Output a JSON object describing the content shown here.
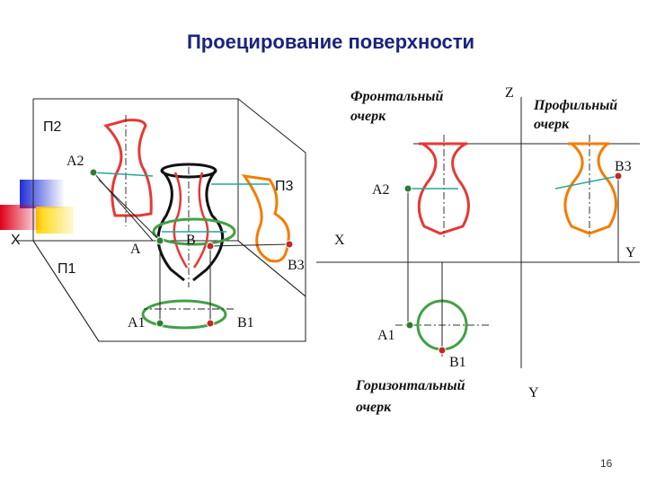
{
  "title": "Проецирование поверхности",
  "labels": {
    "p2": "П2",
    "p1": "П1",
    "p3": "П3",
    "x_left": "X",
    "a2_left": "A2",
    "a_left": "A",
    "b_left": "B",
    "b3_left": "B3",
    "a1_left": "A1",
    "b1_left": "B1",
    "z": "Z",
    "x_right": "X",
    "y_right": "Y",
    "y_bottom": "Y",
    "a2_right": "A2",
    "b3_right": "B3",
    "a1_right": "A1",
    "b1_right": "B1"
  },
  "captions": {
    "frontal_1": "Фронтальный",
    "frontal_2": "очерк",
    "profile_1": "Профильный",
    "profile_2": "очерк",
    "horizontal_1": "Горизонтальный",
    "horizontal_2": "очерк"
  },
  "page_number": "16",
  "colors": {
    "title": "#1a237e",
    "frontal_outline": "#e53935",
    "profile_outline": "#f57c00",
    "horizontal_outline": "#43a047",
    "projection_line": "#26a69a",
    "point_green": "#2e7d32",
    "point_red": "#c62828",
    "deco_blue": "#1e2fd6",
    "deco_yellow": "#ffd600",
    "deco_red": "#e0001b"
  }
}
